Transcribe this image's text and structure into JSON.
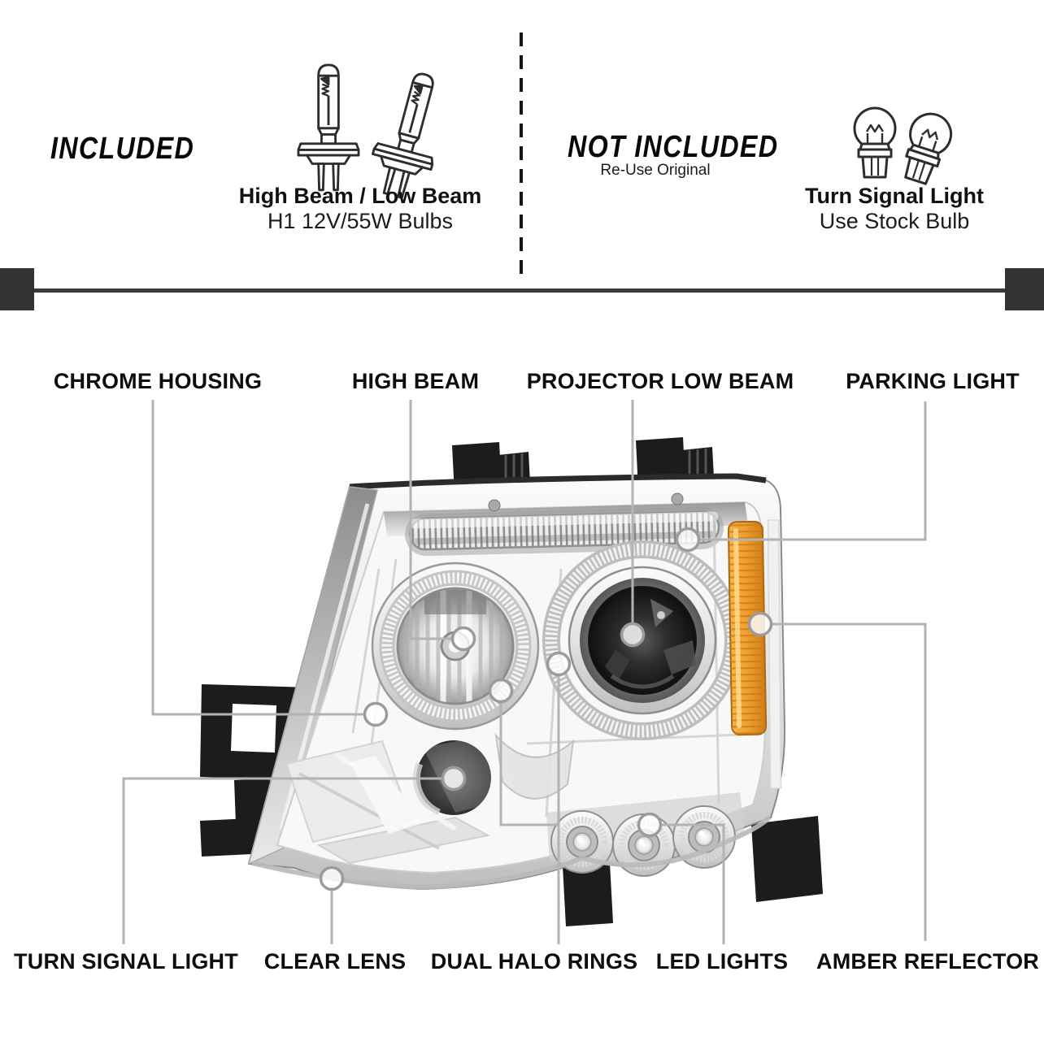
{
  "header": {
    "included": {
      "title": "INCLUDED",
      "item_name": "High Beam / Low Beam",
      "item_spec": "H1 12V/55W Bulbs",
      "icon": "h1-halogen-bulb-pair-icon"
    },
    "not_included": {
      "title": "NOT INCLUDED",
      "note": "Re-Use Original",
      "item_name": "Turn Signal Light",
      "item_spec": "Use Stock Bulb",
      "icon": "turn-signal-bulb-pair-icon"
    }
  },
  "features_top": [
    "CHROME HOUSING",
    "HIGH BEAM",
    "PROJECTOR LOW BEAM",
    "PARKING LIGHT"
  ],
  "features_bottom": [
    "TURN SIGNAL LIGHT",
    "CLEAR LENS",
    "DUAL HALO RINGS",
    "LED LIGHTS",
    "AMBER REFLECTOR"
  ],
  "colors": {
    "label_text": "#0d0d0d",
    "callout_line": "#b3b3b3",
    "divider": "#3a3a3a",
    "amber": "#e8922c",
    "black_parts": "#1c1c1c"
  }
}
